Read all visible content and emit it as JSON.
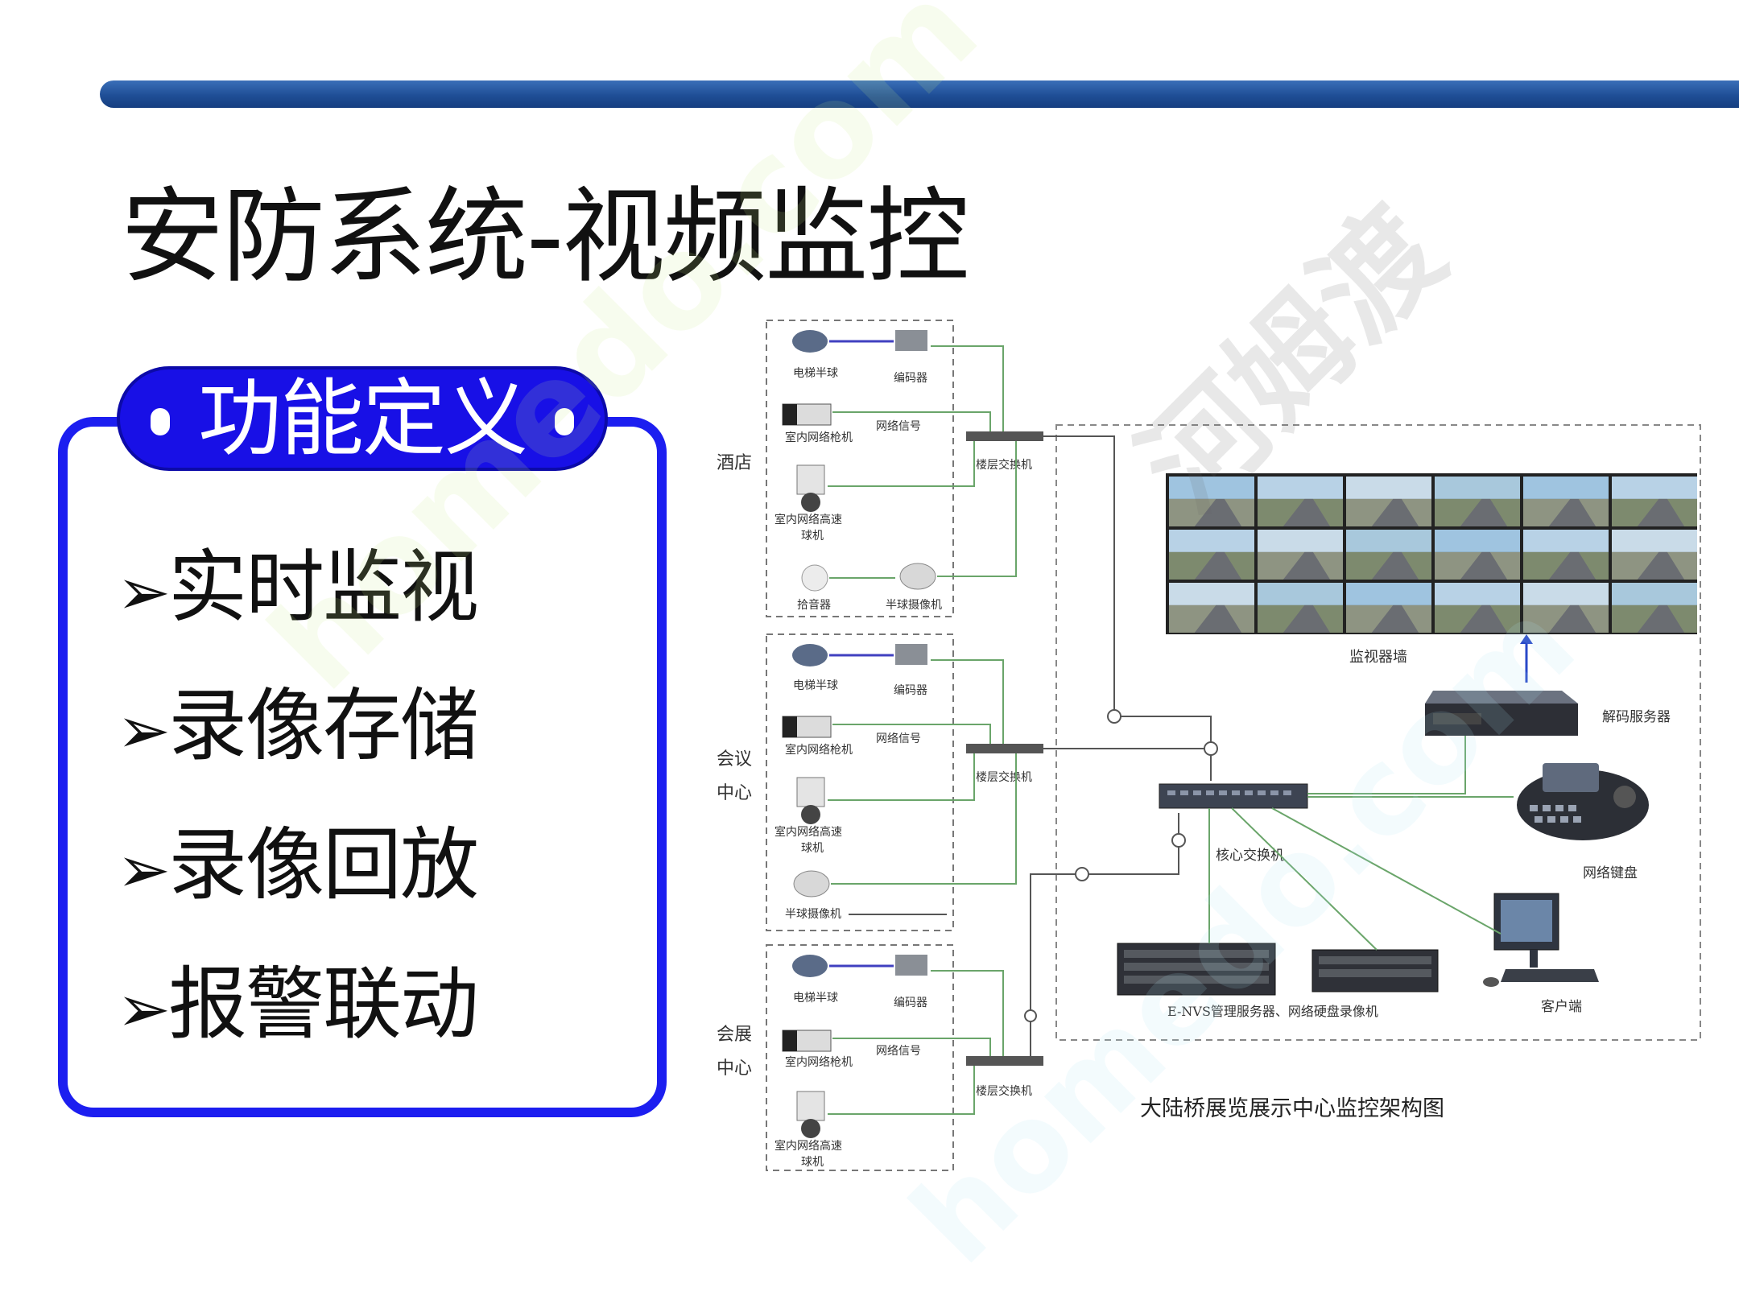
{
  "title": "安防系统-视频监控",
  "function_box": {
    "header": "功能定义",
    "items": [
      "实时监视",
      "录像存储",
      "录像回放",
      "报警联动"
    ]
  },
  "diagram": {
    "caption": "大陆桥展览展示中心监控架构图",
    "zones": [
      {
        "label_lines": [
          "酒店"
        ],
        "devices": {
          "dome": "电梯半球",
          "encoder": "编码器",
          "bullet": "室内网络枪机",
          "signal": "网络信号",
          "speeddome": [
            "室内网络高速",
            "球机"
          ],
          "pickup": "拾音器",
          "halfdome": "半球摄像机"
        },
        "switch": "楼层交换机"
      },
      {
        "label_lines": [
          "会议",
          "中心"
        ],
        "devices": {
          "dome": "电梯半球",
          "encoder": "编码器",
          "bullet": "室内网络枪机",
          "signal": "网络信号",
          "speeddome": [
            "室内网络高速",
            "球机"
          ],
          "halfdome": "半球摄像机"
        },
        "switch": "楼层交换机"
      },
      {
        "label_lines": [
          "会展",
          "中心"
        ],
        "devices": {
          "dome": "电梯半球",
          "encoder": "编码器",
          "bullet": "室内网络枪机",
          "signal": "网络信号",
          "speeddome": [
            "室内网络高速",
            "球机"
          ]
        },
        "switch": "楼层交换机"
      }
    ],
    "monitor_wall_label": "监视器墙",
    "decoder_label": "解码服务器",
    "keyboard_label": "网络键盘",
    "core_switch_label": "核心交换机",
    "server_label": "E-NVS管理服务器、网络硬盘录像机",
    "client_label": "客户端"
  },
  "watermarks": [
    "homedo.com",
    "河姆渡"
  ],
  "colors": {
    "bar": "#1f4e96",
    "box_border": "#1c1ef0",
    "header_fill": "#1810e6",
    "line": "#6aa56a"
  }
}
